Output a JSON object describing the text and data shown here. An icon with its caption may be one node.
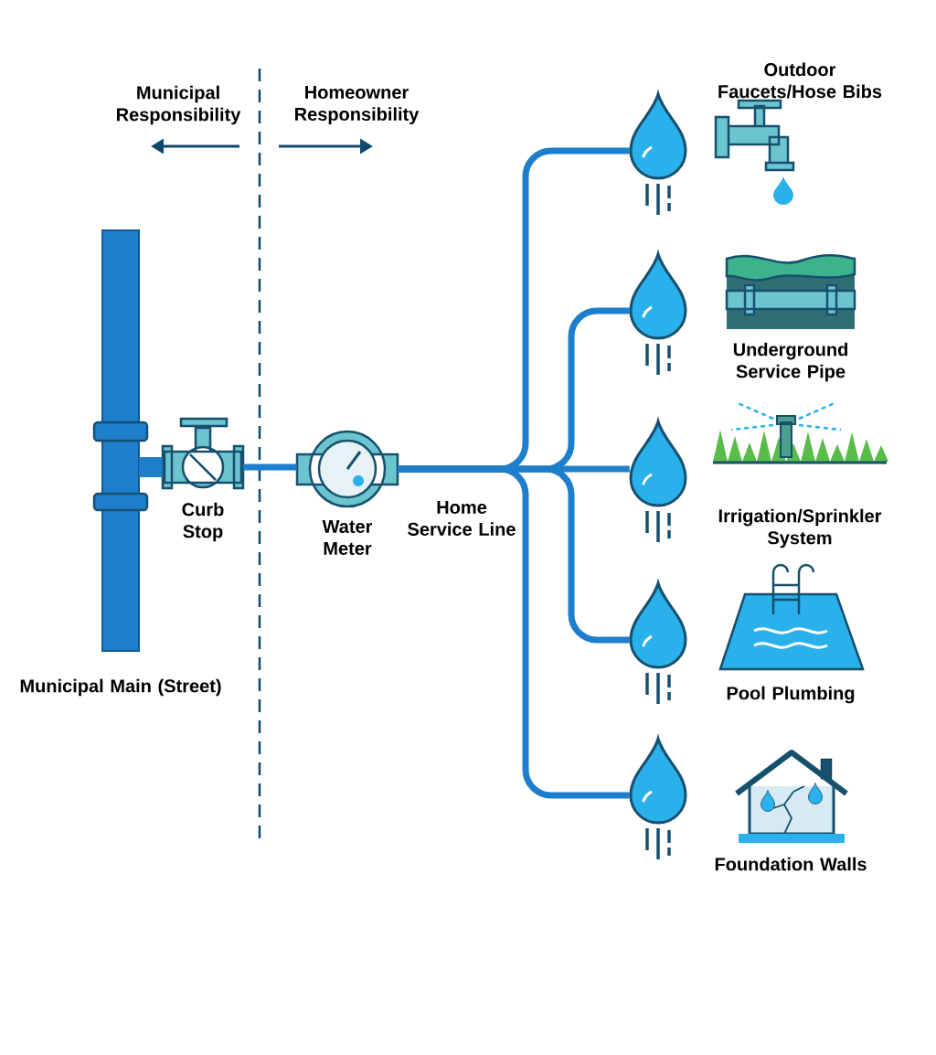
{
  "diagram": {
    "nodes": [
      {
        "text": [
          "Municipal Main (Street)"
        ]
      },
      {
        "text": [
          "Curb Stop"
        ]
      },
      {
        "text": [
          "Water Meter"
        ]
      },
      {
        "text": [
          "Outdoor Faucets/Hose Bibs"
        ]
      },
      {
        "text": [
          "Underground Service Pipe"
        ]
      },
      {
        "text": [
          "Irrigation/Sprinkler System"
        ]
      },
      {
        "text": [
          "Pool Plumbing"
        ]
      },
      {
        "text": [
          "Foundation Walls"
        ]
      }
    ],
    "edges": [
      {
        "from": 0,
        "to": 1,
        "arrow": "none",
        "style": "thick"
      },
      {
        "from": 1,
        "to": 2,
        "arrow": "none"
      },
      {
        "from": 2,
        "to": 3,
        "arrow": "none"
      },
      {
        "from": 2,
        "to": 4,
        "arrow": "none"
      },
      {
        "from": 2,
        "to": 5,
        "arrow": "none"
      },
      {
        "from": 2,
        "to": 6,
        "arrow": "none"
      },
      {
        "from": 2,
        "to": 7,
        "arrow": "none"
      }
    ],
    "labels": [
      "Municipal Responsibility",
      "Homeowner Responsibility",
      "Home Service Line"
    ]
  }
}
